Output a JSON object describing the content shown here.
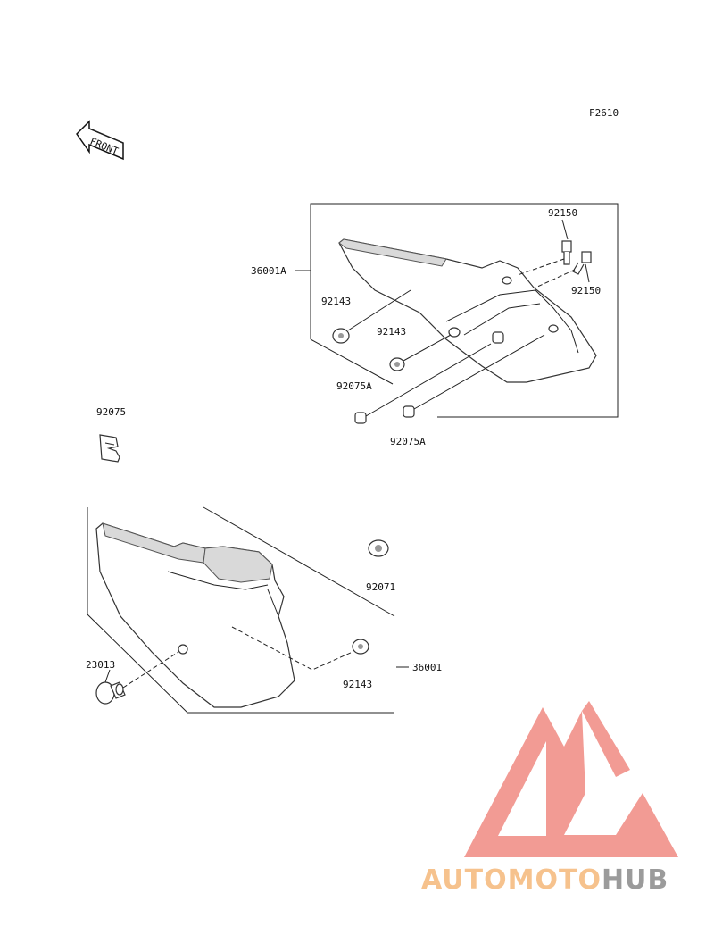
{
  "diagram": {
    "figure_code": "F2610",
    "front_label": "FRONT",
    "callouts": {
      "upper_bolt_1": "92150",
      "upper_bolt_2": "92150",
      "upper_cover": "36001A",
      "upper_grommet_1": "92143",
      "upper_grommet_2": "92143",
      "upper_collar_1": "92075A",
      "upper_collar_2": "92075A",
      "clip": "92075",
      "lower_grommet_large": "92071",
      "lower_grommet": "92143",
      "lower_cover": "36001",
      "screw": "23013"
    }
  },
  "watermark": {
    "brand_part_1": "AUTOMOTO",
    "brand_part_2": "HUB",
    "color_primary": "#f08a82",
    "color_accent": "#f5b87a",
    "color_dark": "#8a8a8a"
  }
}
